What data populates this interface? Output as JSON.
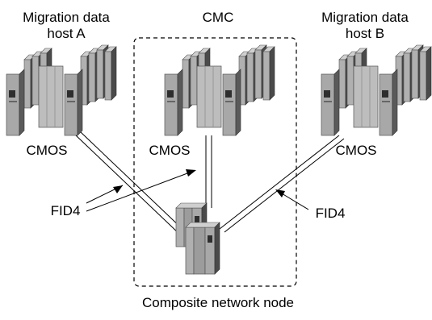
{
  "host_a": {
    "line1": "Migration data",
    "line2": "host A"
  },
  "cmc": {
    "label": "CMC"
  },
  "host_b": {
    "line1": "Migration data",
    "line2": "host B"
  },
  "cmos_a": "CMOS",
  "cmos_center": "CMOS",
  "cmos_b": "CMOS",
  "fid4_left": "FID4",
  "fid4_right": "FID4",
  "composite_label": "Composite network node",
  "colors": {
    "server_light": "#b0b0b0",
    "server_dark": "#3a3a3a",
    "server_mid": "#8a8a8a"
  }
}
